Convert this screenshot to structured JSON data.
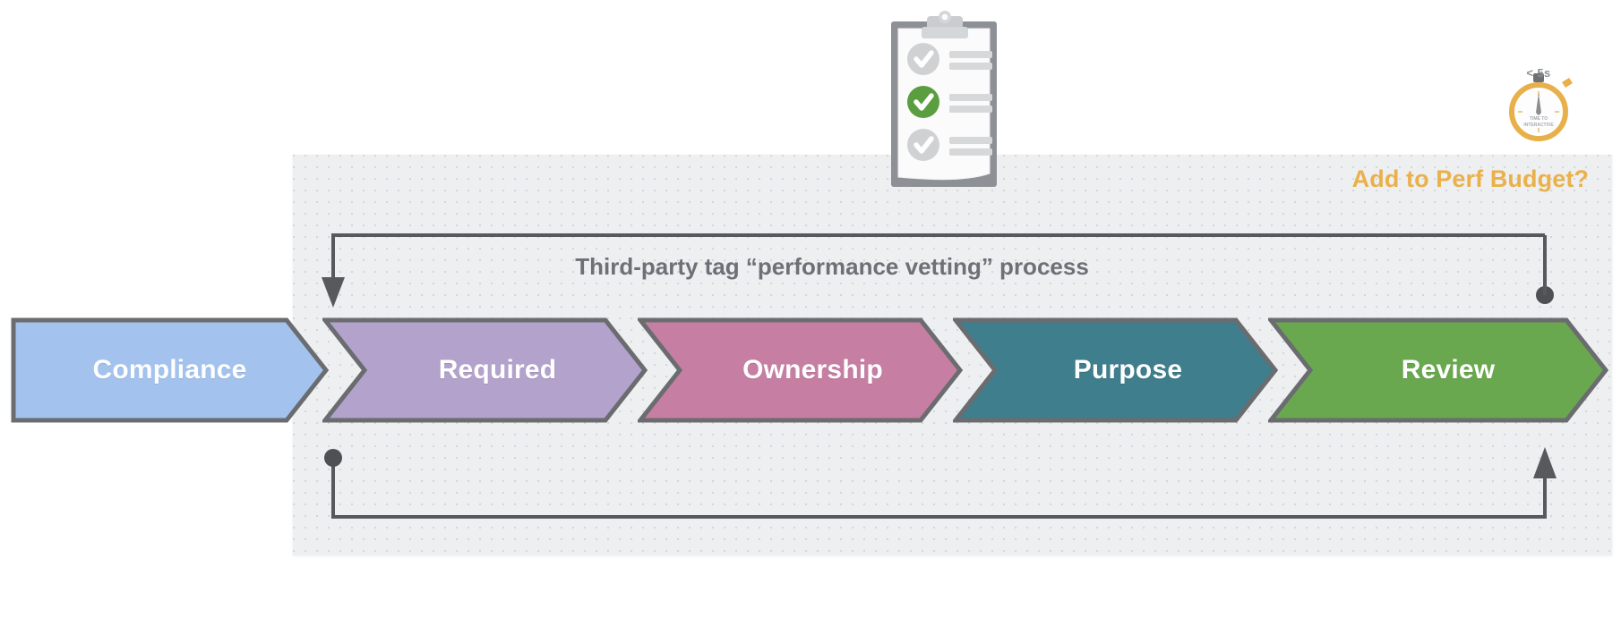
{
  "diagram": {
    "title": "Third-party tag “performance vetting” process",
    "perf_budget_label": "Add to Perf Budget?",
    "panel_bg": "#eeeff1",
    "connector_color": "#58595d",
    "accent_orange": "#eab14a"
  },
  "stages": [
    {
      "label": "Compliance",
      "color": "#a3c3ee",
      "border": "#6a6c70"
    },
    {
      "label": "Required",
      "color": "#b3a2cc",
      "border": "#6a6c70"
    },
    {
      "label": "Ownership",
      "color": "#c67fa3",
      "border": "#6a6c70"
    },
    {
      "label": "Purpose",
      "color": "#3f7e8c",
      "border": "#6a6c70"
    },
    {
      "label": "Review",
      "color": "#6aa84f",
      "border": "#6a6c70"
    }
  ],
  "icons": {
    "clipboard": {
      "name": "clipboard-checklist-icon",
      "items": [
        {
          "state": "inactive",
          "color": "#cfd1d3"
        },
        {
          "state": "active",
          "color": "#5a9e3f"
        },
        {
          "state": "inactive",
          "color": "#cfd1d3"
        }
      ]
    },
    "stopwatch": {
      "name": "stopwatch-icon",
      "caption": "< 5s",
      "face_line_1": "TIME TO",
      "face_line_2": "INTERACTIVE",
      "color": "#e8b04b"
    }
  },
  "connectors": {
    "top": {
      "name": "feedback-loop-top",
      "start_marker": "dot",
      "end_marker": "arrow-down"
    },
    "bottom": {
      "name": "feedback-loop-bottom",
      "start_marker": "dot",
      "end_marker": "arrow-up"
    }
  }
}
